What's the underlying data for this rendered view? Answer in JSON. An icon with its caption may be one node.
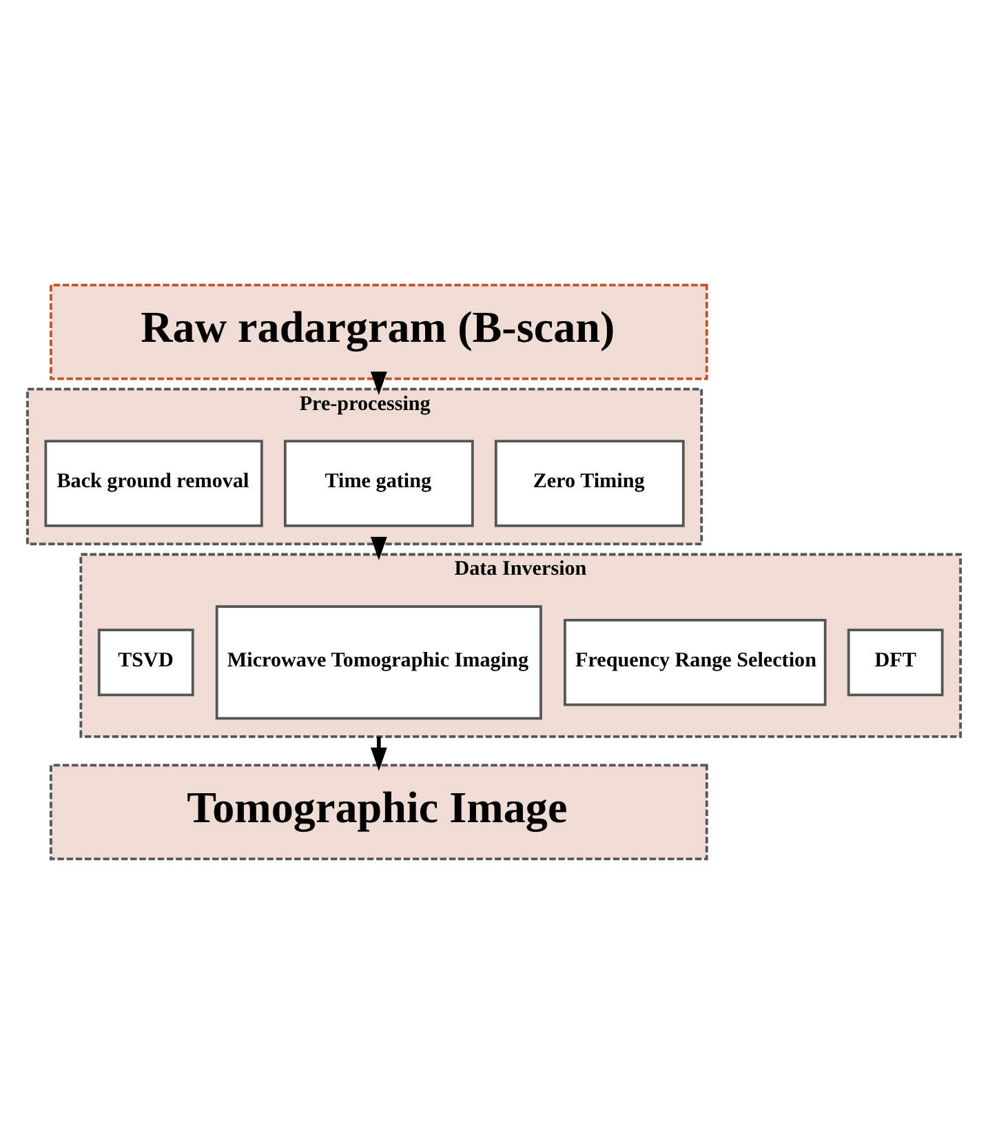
{
  "diagram": {
    "nodes": [
      {
        "text": [
          "Raw radargram (B-scan)"
        ]
      },
      {
        "text": [
          "Pre-processing"
        ]
      },
      {
        "text": [
          "Zero Timing"
        ],
        "in": 1
      },
      {
        "text": [
          "Time gating"
        ],
        "in": 1
      },
      {
        "text": [
          "Back ground removal"
        ],
        "in": 1
      },
      {
        "text": [
          "Data Inversion"
        ]
      },
      {
        "text": [
          "DFT"
        ],
        "in": 5
      },
      {
        "text": [
          "Frequency Range Selection"
        ],
        "in": 5
      },
      {
        "text": [
          "Microwave Tomographic Imaging"
        ],
        "in": 5
      },
      {
        "text": [
          "TSVD"
        ],
        "in": 5
      },
      {
        "text": [
          "Tomographic Image"
        ]
      }
    ],
    "edges": [
      {
        "from": 0,
        "to": 1,
        "arrow": "to"
      },
      {
        "from": 1,
        "to": 5,
        "arrow": "to"
      },
      {
        "from": 5,
        "to": 10,
        "arrow": "to"
      }
    ]
  }
}
